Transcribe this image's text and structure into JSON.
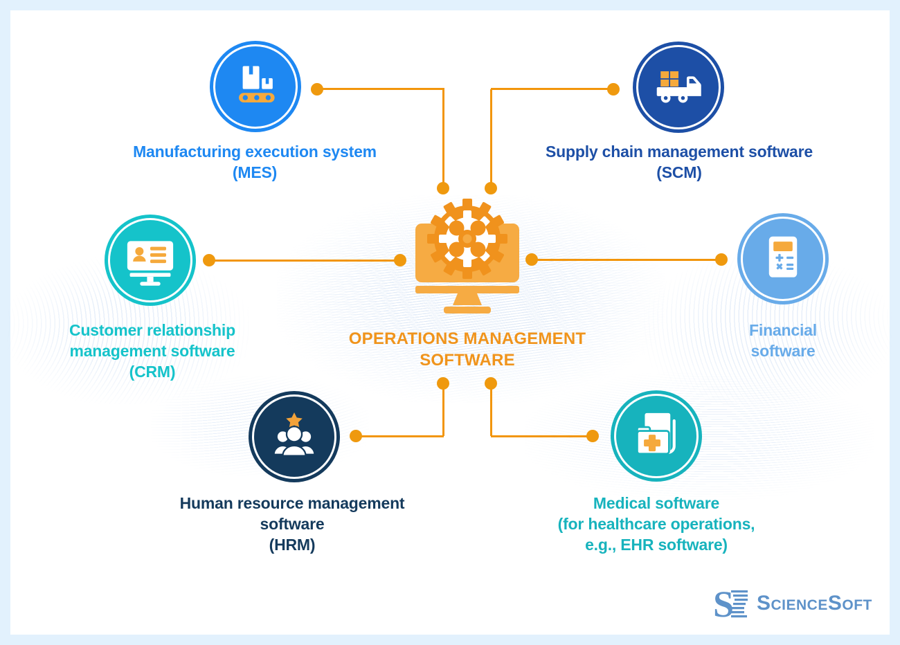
{
  "center": {
    "title_lines": [
      "OPERATIONS MANAGEMENT",
      "SOFTWARE"
    ],
    "color": "#f0941c",
    "icon": "gears-monitor-icon"
  },
  "nodes": {
    "mes": {
      "lines": [
        "Manufacturing execution system",
        "(MES)"
      ],
      "color": "#1e88f2",
      "icon": "conveyor-boxes-icon"
    },
    "scm": {
      "lines": [
        "Supply chain management software",
        "(SCM)"
      ],
      "color": "#1d4fa6",
      "icon": "delivery-truck-icon"
    },
    "crm": {
      "lines": [
        "Customer relationship",
        "management software",
        "(CRM)"
      ],
      "color": "#15c3ca",
      "icon": "crm-monitor-icon"
    },
    "financial": {
      "lines": [
        "Financial",
        "software"
      ],
      "color": "#68abe9",
      "icon": "calculator-icon"
    },
    "hrm": {
      "lines": [
        "Human resource management",
        "software",
        "(HRM)"
      ],
      "color": "#143a5c",
      "icon": "team-star-icon"
    },
    "medical": {
      "lines": [
        "Medical software",
        "(for healthcare operations,",
        "e.g., EHR software)"
      ],
      "color": "#17b3bd",
      "icon": "medical-folder-icon"
    }
  },
  "connectors": {
    "line_color": "#f2950b",
    "dot_color": "#ef990e"
  },
  "branding": {
    "logo_text": "ScienceSoft",
    "logo_color": "#5e92c9",
    "logo_icon": "sciencesoft-logo-icon"
  }
}
